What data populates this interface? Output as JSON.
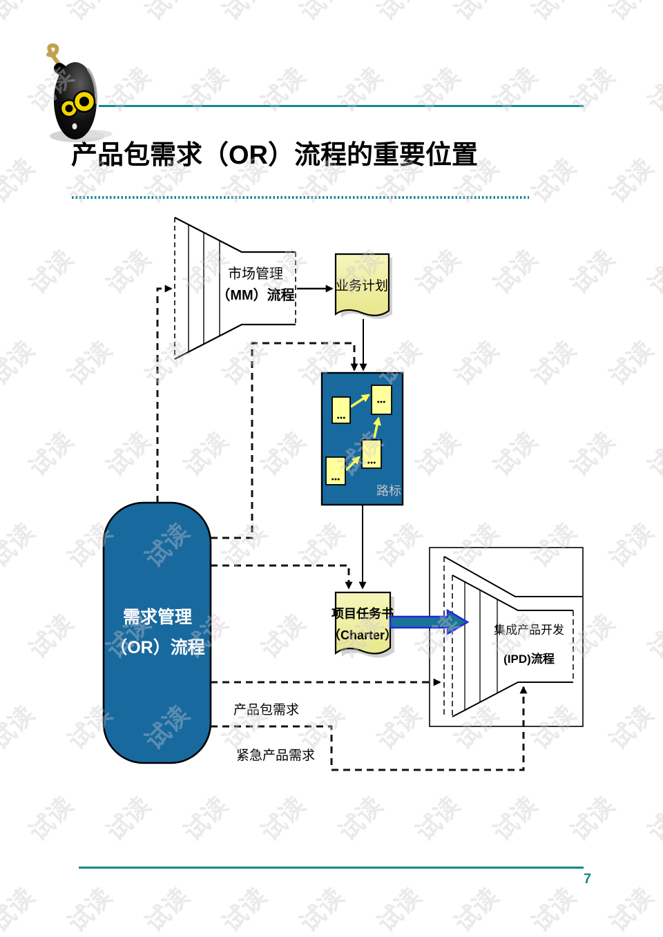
{
  "page": {
    "title": "产品包需求（OR）流程的重要位置",
    "page_number": "7",
    "watermark": "试读"
  },
  "colors": {
    "teal_rule": "#12878E",
    "shape_blue": "#17699E",
    "doc_yellow": "#F0F0A0",
    "note_yellow": "#FFFF9C",
    "block_arrow_fill": "#1A7396",
    "block_arrow_outline": "#2424DE"
  },
  "diagram": {
    "mm_funnel": {
      "label_line1": "市场管理",
      "label_line2": "（MM）流程"
    },
    "business_plan_doc": {
      "label": "业务计划"
    },
    "roadmap_box": {
      "label": "路标",
      "note_dots": "●●●"
    },
    "or_shape": {
      "label_line1": "需求管理",
      "label_line2": "（OR）流程"
    },
    "charter_doc": {
      "label_line1": "项目任务书",
      "label_line2": "（Charter）"
    },
    "ipd_funnel": {
      "label_line1": "集成产品开发",
      "label_line2": "(IPD)流程"
    },
    "flow_labels": {
      "product_package_req": "产品包需求",
      "urgent_product_req": "紧急产品需求"
    }
  }
}
